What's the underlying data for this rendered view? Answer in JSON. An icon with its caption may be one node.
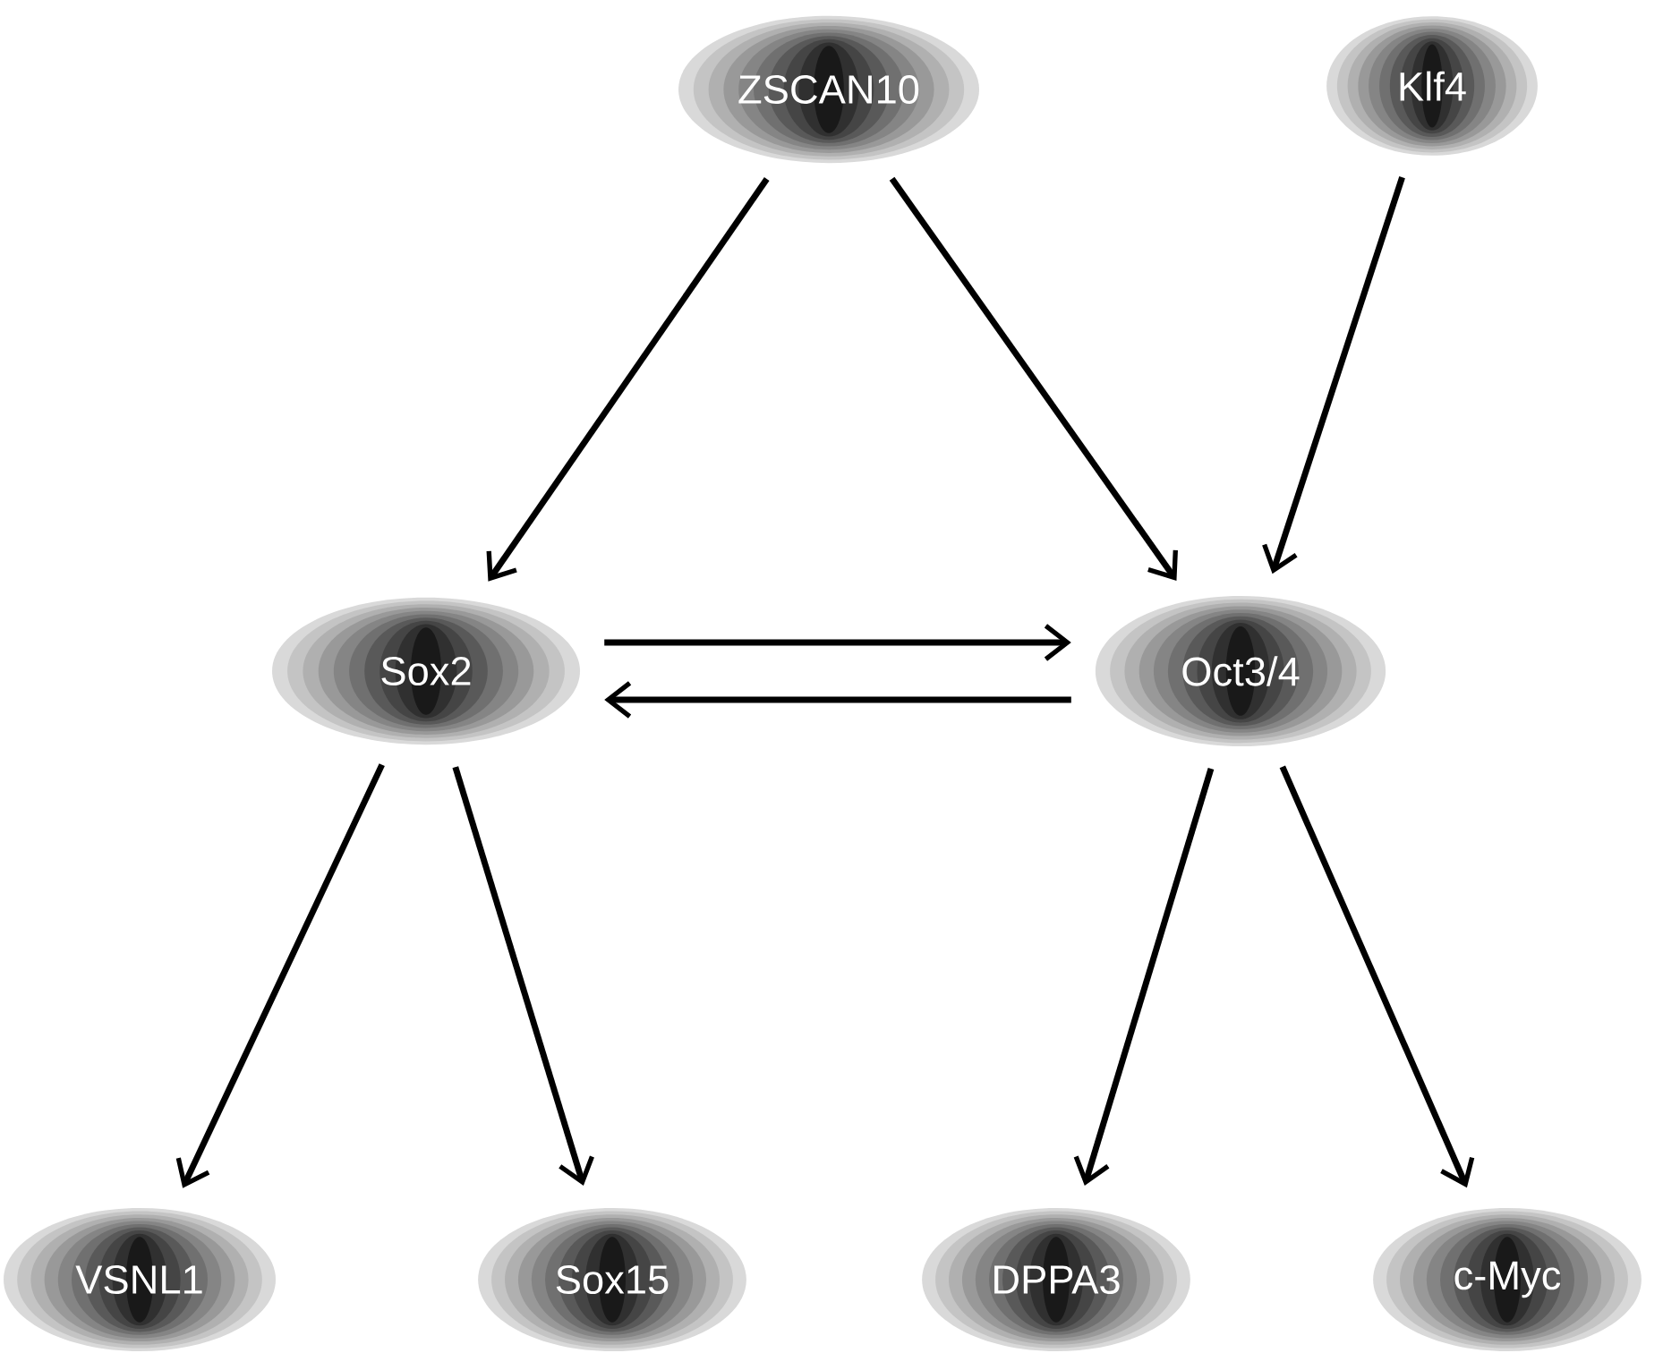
{
  "diagram": {
    "nodes": [
      {
        "text": [
          "ZSCAN10"
        ]
      },
      {
        "text": [
          "Klf4"
        ]
      },
      {
        "text": [
          "Sox2"
        ]
      },
      {
        "text": [
          "Oct3/4"
        ]
      },
      {
        "text": [
          "VSNL1"
        ]
      },
      {
        "text": [
          "Sox15"
        ]
      },
      {
        "text": [
          "DPPA3"
        ]
      },
      {
        "text": [
          "c-Myc"
        ]
      }
    ],
    "edges": [
      {
        "from": 0,
        "to": 2,
        "arrow": "to"
      },
      {
        "from": 0,
        "to": 3,
        "arrow": "to"
      },
      {
        "from": 1,
        "to": 3,
        "arrow": "to"
      },
      {
        "from": 2,
        "to": 3,
        "arrow": "to"
      },
      {
        "from": 3,
        "to": 2,
        "arrow": "to"
      },
      {
        "from": 2,
        "to": 4,
        "arrow": "to"
      },
      {
        "from": 2,
        "to": 5,
        "arrow": "to"
      },
      {
        "from": 3,
        "to": 6,
        "arrow": "to"
      },
      {
        "from": 3,
        "to": 7,
        "arrow": "to"
      }
    ]
  }
}
